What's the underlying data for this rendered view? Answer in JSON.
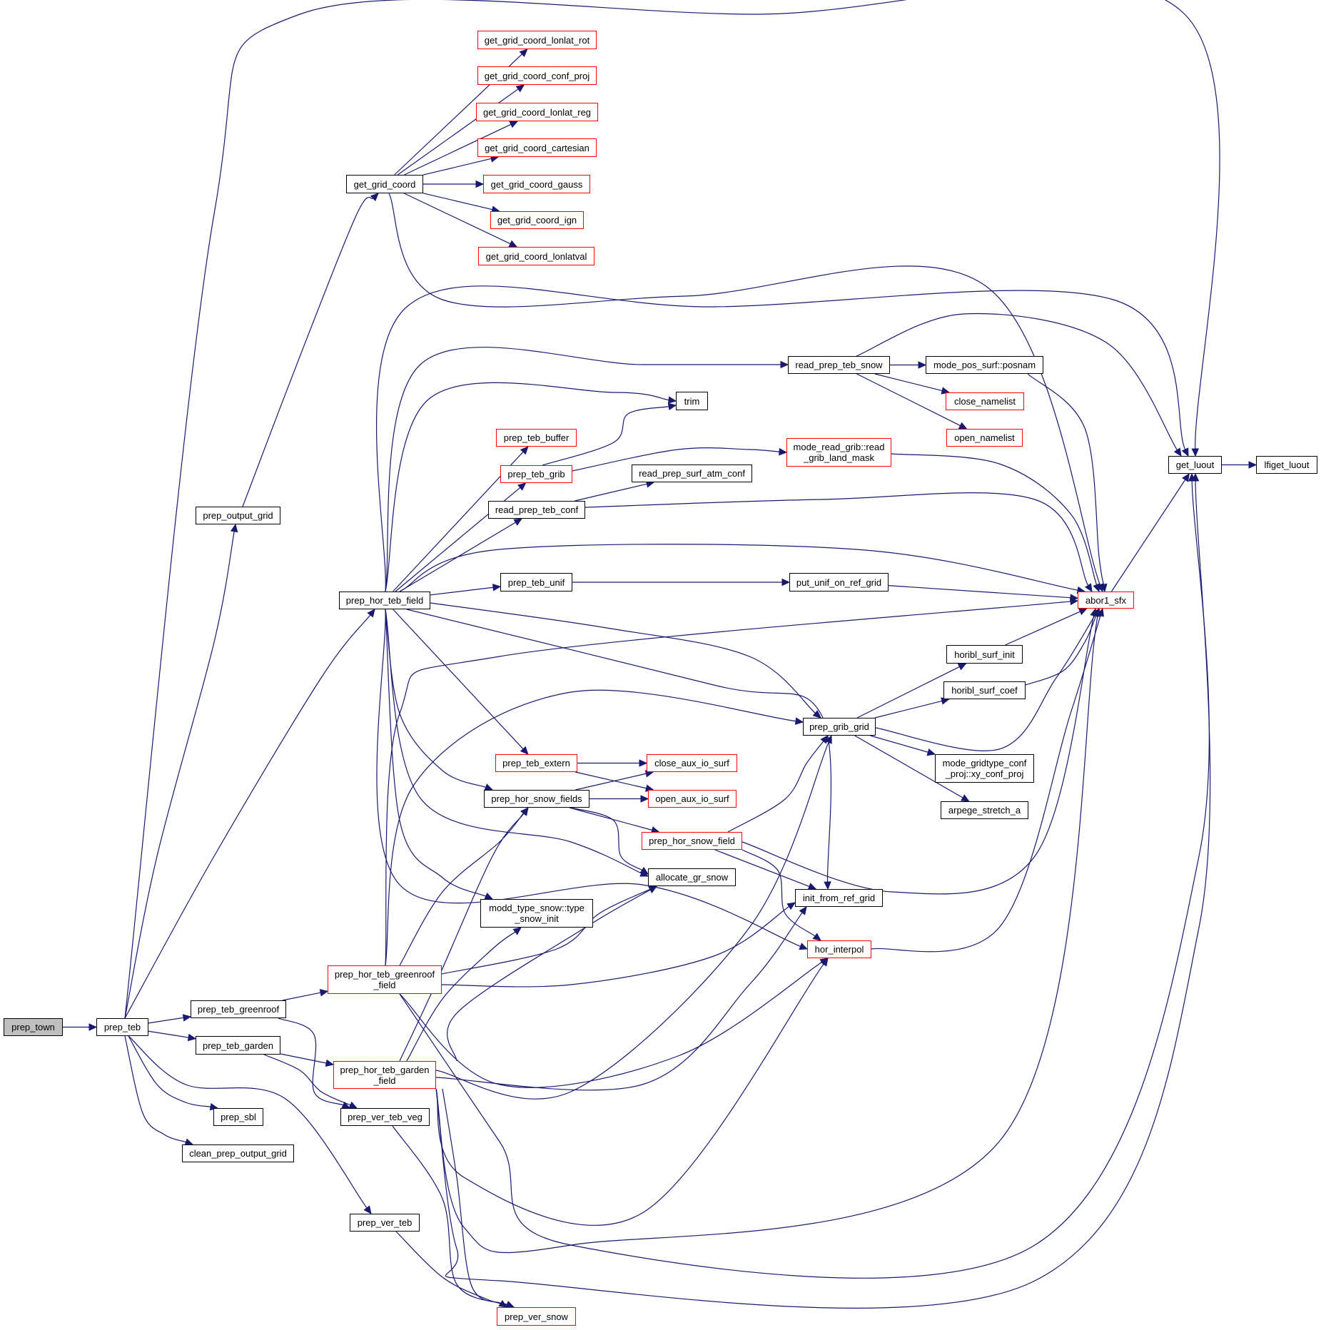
{
  "diagram": {
    "title": "prep_town call graph",
    "colors": {
      "edge": "#191970",
      "node_border_default": "#000000",
      "node_border_incomplete": "#ff0000",
      "root_fill": "#bfbfbf"
    },
    "nodes": [
      {
        "id": "prep_town",
        "label": "prep_town",
        "style": "root"
      },
      {
        "id": "prep_teb",
        "label": "prep_teb",
        "style": "black"
      },
      {
        "id": "prep_output_grid",
        "label": "prep_output_grid",
        "style": "black"
      },
      {
        "id": "get_grid_coord",
        "label": "get_grid_coord",
        "style": "black"
      },
      {
        "id": "get_grid_coord_lonlat_rot",
        "label": "get_grid_coord_lonlat_rot",
        "style": "red"
      },
      {
        "id": "get_grid_coord_conf_proj",
        "label": "get_grid_coord_conf_proj",
        "style": "red"
      },
      {
        "id": "get_grid_coord_lonlat_reg",
        "label": "get_grid_coord_lonlat_reg",
        "style": "red"
      },
      {
        "id": "get_grid_coord_cartesian",
        "label": "get_grid_coord_cartesian",
        "style": "red"
      },
      {
        "id": "get_grid_coord_gauss",
        "label": "get_grid_coord_gauss",
        "style": "red"
      },
      {
        "id": "get_grid_coord_ign",
        "label": "get_grid_coord_ign",
        "style": "red"
      },
      {
        "id": "get_grid_coord_lonlatval",
        "label": "get_grid_coord_lonlatval",
        "style": "red"
      },
      {
        "id": "prep_hor_teb_field",
        "label": "prep_hor_teb_field",
        "style": "black"
      },
      {
        "id": "trim",
        "label": "trim",
        "style": "black"
      },
      {
        "id": "prep_teb_buffer",
        "label": "prep_teb_buffer",
        "style": "red"
      },
      {
        "id": "prep_teb_grib",
        "label": "prep_teb_grib",
        "style": "red"
      },
      {
        "id": "read_prep_surf_atm_conf",
        "label": "read_prep_surf_atm_conf",
        "style": "black"
      },
      {
        "id": "read_prep_teb_conf",
        "label": "read_prep_teb_conf",
        "style": "black"
      },
      {
        "id": "prep_teb_unif",
        "label": "prep_teb_unif",
        "style": "black"
      },
      {
        "id": "put_unif_on_ref_grid",
        "label": "put_unif_on_ref_grid",
        "style": "black"
      },
      {
        "id": "read_prep_teb_snow",
        "label": "read_prep_teb_snow",
        "style": "black"
      },
      {
        "id": "mode_pos_surf_posnam",
        "label": "mode_pos_surf::posnam",
        "style": "black"
      },
      {
        "id": "close_namelist",
        "label": "close_namelist",
        "style": "red"
      },
      {
        "id": "open_namelist",
        "label": "open_namelist",
        "style": "red"
      },
      {
        "id": "mode_read_grib_read_grib_land_mask",
        "label": "mode_read_grib::read\n_grib_land_mask",
        "style": "red"
      },
      {
        "id": "get_luout",
        "label": "get_luout",
        "style": "black"
      },
      {
        "id": "lfiget_luout",
        "label": "lfiget_luout",
        "style": "black"
      },
      {
        "id": "abor1_sfx",
        "label": "abor1_sfx",
        "style": "red"
      },
      {
        "id": "horibl_surf_init",
        "label": "horibl_surf_init",
        "style": "black"
      },
      {
        "id": "horibl_surf_coef",
        "label": "horibl_surf_coef",
        "style": "black"
      },
      {
        "id": "prep_grib_grid",
        "label": "prep_grib_grid",
        "style": "black"
      },
      {
        "id": "mode_gridtype_conf_proj_xy_conf_proj",
        "label": "mode_gridtype_conf\n_proj::xy_conf_proj",
        "style": "black"
      },
      {
        "id": "arpege_stretch_a",
        "label": "arpege_stretch_a",
        "style": "black"
      },
      {
        "id": "prep_teb_extern",
        "label": "prep_teb_extern",
        "style": "red"
      },
      {
        "id": "close_aux_io_surf",
        "label": "close_aux_io_surf",
        "style": "red"
      },
      {
        "id": "prep_hor_snow_fields",
        "label": "prep_hor_snow_fields",
        "style": "black"
      },
      {
        "id": "open_aux_io_surf",
        "label": "open_aux_io_surf",
        "style": "red"
      },
      {
        "id": "prep_hor_snow_field",
        "label": "prep_hor_snow_field",
        "style": "red"
      },
      {
        "id": "allocate_gr_snow",
        "label": "allocate_gr_snow",
        "style": "black"
      },
      {
        "id": "init_from_ref_grid",
        "label": "init_from_ref_grid",
        "style": "black"
      },
      {
        "id": "modd_type_snow_type_snow_init",
        "label": "modd_type_snow::type\n_snow_init",
        "style": "black"
      },
      {
        "id": "hor_interpol",
        "label": "hor_interpol",
        "style": "red"
      },
      {
        "id": "prep_hor_teb_greenroof_field",
        "label": "prep_hor_teb_greenroof\n_field",
        "style": "red"
      },
      {
        "id": "prep_teb_greenroof",
        "label": "prep_teb_greenroof",
        "style": "black"
      },
      {
        "id": "prep_teb_garden",
        "label": "prep_teb_garden",
        "style": "black"
      },
      {
        "id": "prep_hor_teb_garden_field",
        "label": "prep_hor_teb_garden\n_field",
        "style": "red"
      },
      {
        "id": "prep_sbl",
        "label": "prep_sbl",
        "style": "black"
      },
      {
        "id": "prep_ver_teb_veg",
        "label": "prep_ver_teb_veg",
        "style": "black"
      },
      {
        "id": "clean_prep_output_grid",
        "label": "clean_prep_output_grid",
        "style": "black"
      },
      {
        "id": "prep_ver_teb",
        "label": "prep_ver_teb",
        "style": "black"
      },
      {
        "id": "prep_ver_snow",
        "label": "prep_ver_snow",
        "style": "red"
      }
    ],
    "edges": [
      [
        "prep_town",
        "prep_teb"
      ],
      [
        "prep_teb",
        "get_luout"
      ],
      [
        "prep_teb",
        "prep_output_grid"
      ],
      [
        "prep_teb",
        "prep_hor_teb_field"
      ],
      [
        "prep_teb",
        "prep_teb_greenroof"
      ],
      [
        "prep_teb",
        "prep_teb_garden"
      ],
      [
        "prep_teb",
        "prep_sbl"
      ],
      [
        "prep_teb",
        "clean_prep_output_grid"
      ],
      [
        "prep_teb",
        "prep_ver_teb"
      ],
      [
        "prep_output_grid",
        "get_grid_coord"
      ],
      [
        "get_grid_coord",
        "get_grid_coord_lonlat_rot"
      ],
      [
        "get_grid_coord",
        "get_grid_coord_conf_proj"
      ],
      [
        "get_grid_coord",
        "get_grid_coord_lonlat_reg"
      ],
      [
        "get_grid_coord",
        "get_grid_coord_cartesian"
      ],
      [
        "get_grid_coord",
        "get_grid_coord_gauss"
      ],
      [
        "get_grid_coord",
        "get_grid_coord_ign"
      ],
      [
        "get_grid_coord",
        "get_grid_coord_lonlatval"
      ],
      [
        "get_grid_coord",
        "abor1_sfx"
      ],
      [
        "prep_hor_teb_field",
        "get_luout"
      ],
      [
        "prep_hor_teb_field",
        "read_prep_teb_snow"
      ],
      [
        "prep_hor_teb_field",
        "trim"
      ],
      [
        "prep_hor_teb_field",
        "prep_teb_buffer"
      ],
      [
        "prep_hor_teb_field",
        "prep_teb_grib"
      ],
      [
        "prep_hor_teb_field",
        "read_prep_teb_conf"
      ],
      [
        "prep_hor_teb_field",
        "abor1_sfx"
      ],
      [
        "prep_hor_teb_field",
        "prep_teb_unif"
      ],
      [
        "prep_hor_teb_field",
        "prep_grib_grid"
      ],
      [
        "prep_hor_teb_field",
        "init_from_ref_grid"
      ],
      [
        "prep_hor_teb_field",
        "prep_teb_extern"
      ],
      [
        "prep_hor_teb_field",
        "prep_hor_snow_fields"
      ],
      [
        "prep_hor_teb_field",
        "allocate_gr_snow"
      ],
      [
        "prep_hor_teb_field",
        "modd_type_snow_type_snow_init"
      ],
      [
        "prep_hor_teb_field",
        "hor_interpol"
      ],
      [
        "prep_teb_grib",
        "trim"
      ],
      [
        "prep_teb_grib",
        "mode_read_grib_read_grib_land_mask"
      ],
      [
        "read_prep_teb_conf",
        "read_prep_surf_atm_conf"
      ],
      [
        "read_prep_teb_conf",
        "abor1_sfx"
      ],
      [
        "prep_teb_unif",
        "put_unif_on_ref_grid"
      ],
      [
        "put_unif_on_ref_grid",
        "abor1_sfx"
      ],
      [
        "read_prep_teb_snow",
        "mode_pos_surf_posnam"
      ],
      [
        "read_prep_teb_snow",
        "close_namelist"
      ],
      [
        "read_prep_teb_snow",
        "open_namelist"
      ],
      [
        "read_prep_teb_snow",
        "get_luout"
      ],
      [
        "mode_pos_surf_posnam",
        "abor1_sfx"
      ],
      [
        "mode_read_grib_read_grib_land_mask",
        "abor1_sfx"
      ],
      [
        "get_luout",
        "lfiget_luout"
      ],
      [
        "abor1_sfx",
        "get_luout"
      ],
      [
        "prep_grib_grid",
        "horibl_surf_init"
      ],
      [
        "prep_grib_grid",
        "horibl_surf_coef"
      ],
      [
        "prep_grib_grid",
        "abor1_sfx"
      ],
      [
        "prep_grib_grid",
        "mode_gridtype_conf_proj_xy_conf_proj"
      ],
      [
        "prep_grib_grid",
        "arpege_stretch_a"
      ],
      [
        "horibl_surf_init",
        "abor1_sfx"
      ],
      [
        "horibl_surf_coef",
        "abor1_sfx"
      ],
      [
        "prep_teb_extern",
        "close_aux_io_surf"
      ],
      [
        "prep_teb_extern",
        "open_aux_io_surf"
      ],
      [
        "prep_hor_snow_fields",
        "close_aux_io_surf"
      ],
      [
        "prep_hor_snow_fields",
        "open_aux_io_surf"
      ],
      [
        "prep_hor_snow_fields",
        "prep_hor_snow_field"
      ],
      [
        "prep_hor_snow_fields",
        "allocate_gr_snow"
      ],
      [
        "prep_hor_snow_field",
        "prep_grib_grid"
      ],
      [
        "prep_hor_snow_field",
        "abor1_sfx"
      ],
      [
        "prep_hor_snow_field",
        "init_from_ref_grid"
      ],
      [
        "prep_hor_snow_field",
        "hor_interpol"
      ],
      [
        "hor_interpol",
        "abor1_sfx"
      ],
      [
        "prep_teb_greenroof",
        "prep_hor_teb_greenroof_field"
      ],
      [
        "prep_teb_greenroof",
        "prep_ver_teb_veg"
      ],
      [
        "prep_teb_garden",
        "prep_hor_teb_garden_field"
      ],
      [
        "prep_teb_garden",
        "prep_ver_teb_veg"
      ],
      [
        "prep_hor_teb_greenroof_field",
        "abor1_sfx"
      ],
      [
        "prep_hor_teb_greenroof_field",
        "prep_grib_grid"
      ],
      [
        "prep_hor_teb_greenroof_field",
        "prep_hor_snow_fields"
      ],
      [
        "prep_hor_teb_greenroof_field",
        "allocate_gr_snow"
      ],
      [
        "prep_hor_teb_greenroof_field",
        "init_from_ref_grid"
      ],
      [
        "prep_hor_teb_greenroof_field",
        "hor_interpol"
      ],
      [
        "prep_hor_teb_greenroof_field",
        "get_luout"
      ],
      [
        "prep_hor_teb_garden_field",
        "prep_hor_snow_fields"
      ],
      [
        "prep_hor_teb_garden_field",
        "modd_type_snow_type_snow_init"
      ],
      [
        "prep_hor_teb_garden_field",
        "allocate_gr_snow"
      ],
      [
        "prep_hor_teb_garden_field",
        "init_from_ref_grid"
      ],
      [
        "prep_hor_teb_garden_field",
        "prep_grib_grid"
      ],
      [
        "prep_hor_teb_garden_field",
        "hor_interpol"
      ],
      [
        "prep_hor_teb_garden_field",
        "abor1_sfx"
      ],
      [
        "prep_hor_teb_garden_field",
        "get_luout"
      ],
      [
        "prep_hor_teb_garden_field",
        "prep_ver_snow"
      ],
      [
        "prep_ver_teb_veg",
        "prep_ver_snow"
      ],
      [
        "prep_ver_teb",
        "prep_ver_snow"
      ]
    ]
  }
}
